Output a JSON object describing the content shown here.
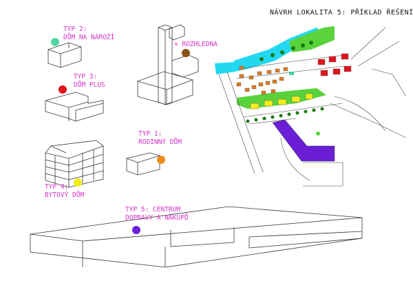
{
  "title": "NÁVRH LOKALITA 5: PŘÍKLAD ŘEŠENÍ",
  "colors": {
    "label": "#d633c8",
    "typ1": "#f08a1c",
    "typ2": "#4fd6a0",
    "typ3": "#e0141b",
    "typ4": "#f2ec1a",
    "typ5": "#6a1fd6",
    "rozhledna": "#8a5218",
    "water": "#22d8f0",
    "green": "#5ad23c"
  },
  "labels": {
    "typ2": [
      "TYP 2:",
      "DŮM NA NÁROŽÍ"
    ],
    "typ3": [
      "TYP 3:",
      "DŮM PLUS"
    ],
    "rozhledna": "+ ROZHLEDNA",
    "typ1": [
      "TYP 1:",
      "RODINNÝ DŮM"
    ],
    "typ4": [
      "TYP 4:",
      "BYTOVÝ DŮM"
    ],
    "typ5": [
      "TYP 5: CENTRUM",
      "DOPRAVY A NÁKUPŮ"
    ]
  }
}
